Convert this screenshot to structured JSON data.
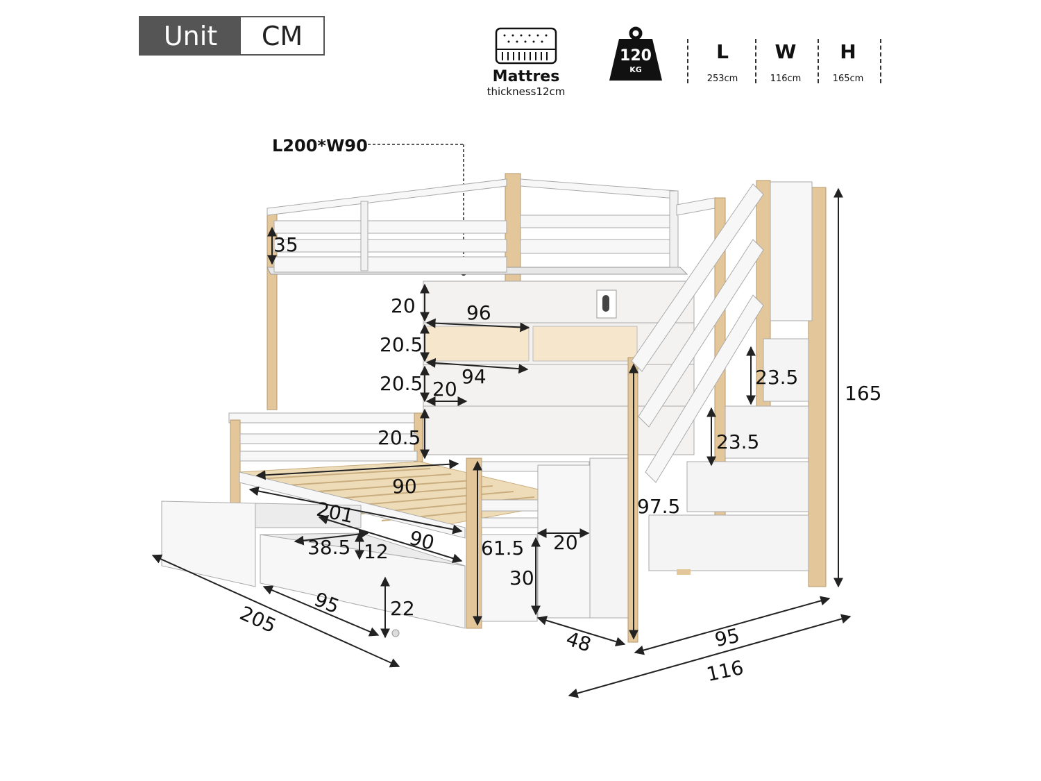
{
  "unit": {
    "label": "Unit",
    "value": "CM"
  },
  "mattress": {
    "title": "Mattres",
    "subtitle": "thickness12cm"
  },
  "weight": {
    "value": "120",
    "unit": "KG"
  },
  "overall": [
    {
      "letter": "L",
      "value": "253cm"
    },
    {
      "letter": "W",
      "value": "116cm"
    },
    {
      "letter": "H",
      "value": "165cm"
    }
  ],
  "mattress_size": "L200*W90",
  "dims": {
    "top_rail": "35",
    "shelf_h1": "20",
    "shelf_w1": "96",
    "shelf_h2": "20.5",
    "shelf_w2": "94",
    "shelf_h3": "20.5",
    "shelf_d": "20",
    "shelf_h4": "20.5",
    "bed_w": "90",
    "bed_l": "201",
    "bed_w2": "90",
    "drawer_w": "38.5",
    "drawer_h1": "12",
    "drawer_d": "95",
    "drawer_h2": "22",
    "total_l": "205",
    "post_h": "61.5",
    "step_d": "20",
    "step_h": "30",
    "stair_w": "48",
    "stair_h": "97.5",
    "step_r1": "23.5",
    "step_r2": "23.5",
    "height": "165",
    "depth1": "95",
    "depth2": "116"
  },
  "colors": {
    "wood": "#e3c79a",
    "white": "#f7f7f7",
    "line": "#222222",
    "badge": "#555555"
  }
}
